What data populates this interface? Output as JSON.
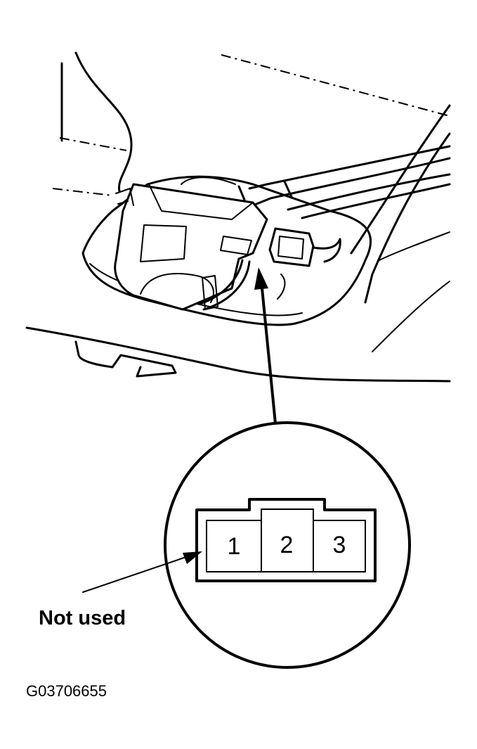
{
  "connector": {
    "pins": [
      {
        "label": "1"
      },
      {
        "label": "2"
      },
      {
        "label": "3"
      }
    ]
  },
  "callout": {
    "text": "Not used"
  },
  "figure_code": "G03706655",
  "colors": {
    "ink": "#000000",
    "paper": "#ffffff"
  }
}
